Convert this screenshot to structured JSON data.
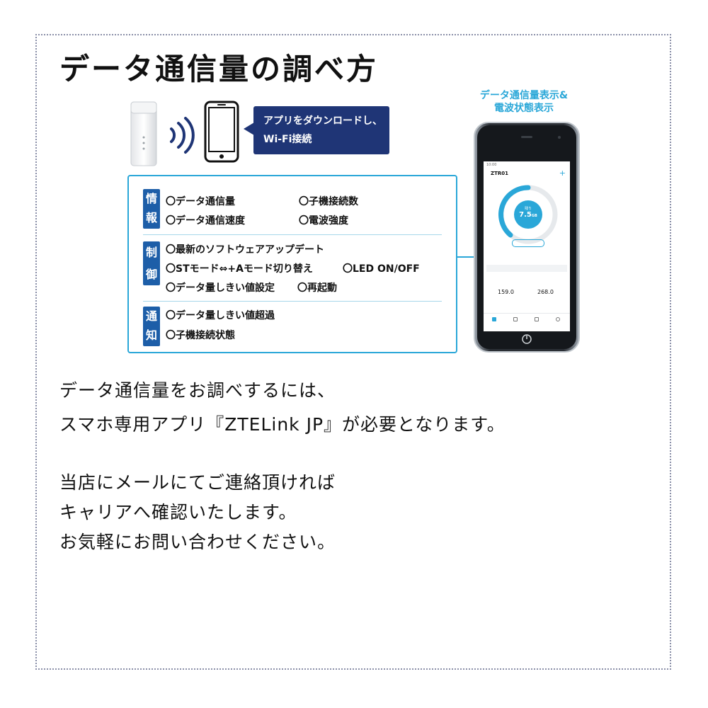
{
  "title": "データ通信量の調べ方",
  "bubble": {
    "line1": "アプリをダウンロードし、",
    "line2": "Wi-Fi接続"
  },
  "phone_caption": {
    "line1": "データ通信量表示&",
    "line2": "電波状態表示"
  },
  "panel": {
    "info": {
      "label_1": "情",
      "label_2": "報",
      "items": [
        "〇データ通信量",
        "〇子機接続数",
        "〇データ通信速度",
        "〇電波強度"
      ]
    },
    "control": {
      "label_1": "制",
      "label_2": "御",
      "items": [
        "〇最新のソフトウェアアップデート",
        "〇STモード⇔+Aモード切り替え",
        "〇LED ON/OFF",
        "〇データ量しきい値設定",
        "〇再起動"
      ]
    },
    "notify": {
      "label_1": "通",
      "label_2": "知",
      "items": [
        "〇データ量しきい値超過",
        "〇子機接続状態"
      ]
    }
  },
  "app": {
    "device_name": "ZTR01",
    "remaining_label": "残り",
    "remaining_value": "7.5",
    "remaining_unit": "GB",
    "download_value": "159.0",
    "upload_value": "268.0"
  },
  "body": {
    "paragraph1": [
      "データ通信量をお調べするには、",
      "スマホ専用アプリ『ZTELink JP』が必要となります。"
    ],
    "paragraph2": [
      "当店にメールにてご連絡頂ければ",
      "キャリアへ確認いたします。",
      "お気軽にお問い合わせください。"
    ]
  },
  "colors": {
    "accent_blue": "#2aa7d8",
    "navy": "#1f3576",
    "category_blue": "#1d5ea8"
  }
}
